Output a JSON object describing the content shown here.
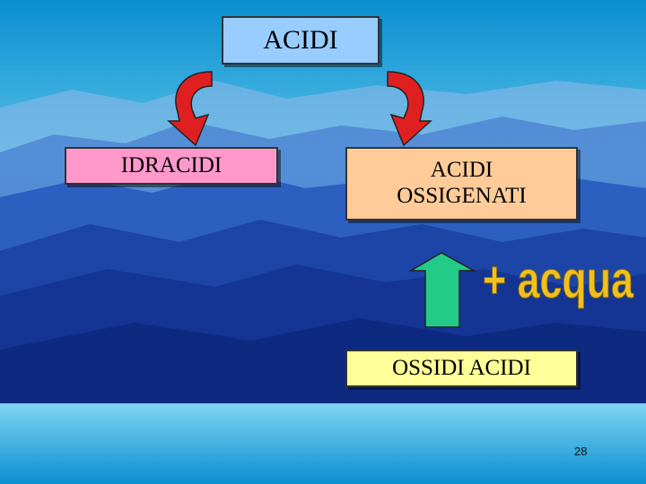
{
  "diagram": {
    "top_node": "ACIDI",
    "left_node": "IDRACIDI",
    "right_node": "ACIDI\nOSSIGENATI",
    "bottom_node": "OSSIDI ACIDI",
    "arrow_label": "+ acqua"
  },
  "slide": {
    "page_number": "28"
  },
  "colors": {
    "top_node": "#99ccff",
    "left_node": "#ff99cc",
    "right_node": "#ffcc99",
    "bottom_node": "#ffff99",
    "curved_arrows": "#e02020",
    "up_arrow": "#22cc88",
    "arrow_label": "#f0c020"
  },
  "icons": [
    "curved-red-arrow-icon",
    "up-green-arrow-icon"
  ]
}
